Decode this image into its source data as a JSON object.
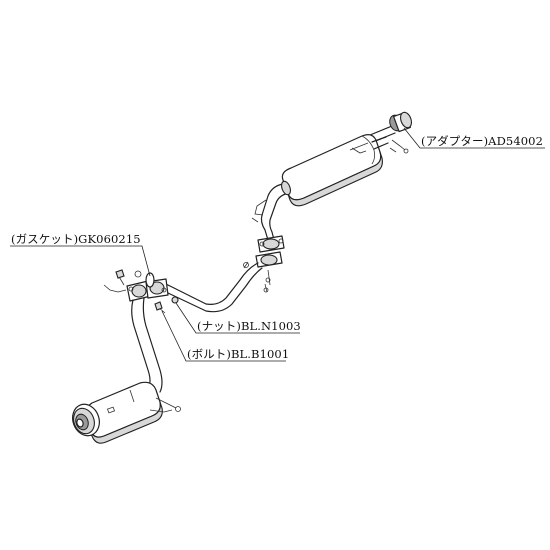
{
  "labels": {
    "adapter": "(アダプター)AD54002",
    "gasket": "(ガスケット)GK060215",
    "nut": "(ナット)BL.N1003",
    "bolt": "(ボルト)BL.B1001"
  },
  "colors": {
    "line": "#222222",
    "muffler_shade": "#d8d8d8",
    "dark_shade": "#9a9a9a",
    "background": "#ffffff"
  }
}
